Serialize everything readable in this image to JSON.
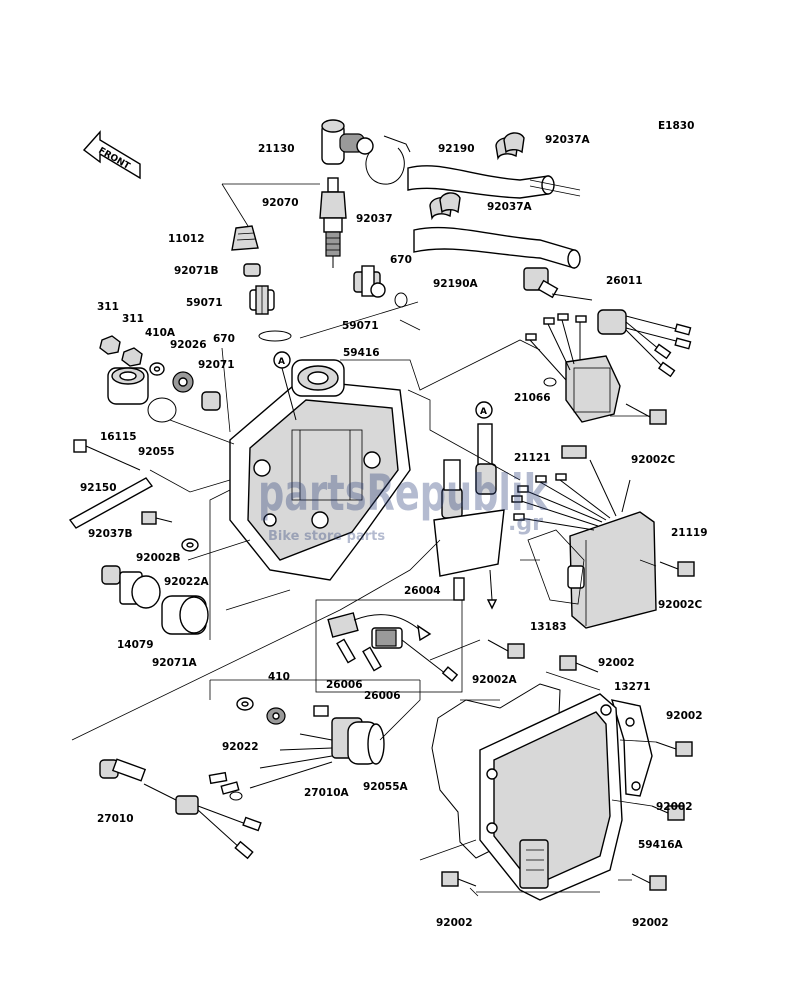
{
  "diagram_code": "E1830",
  "front_label": "FRONT",
  "callout": "A",
  "watermark": {
    "main": "partsRepublik",
    "sub": "Bike store parts",
    "suffix": ".gr"
  },
  "parts": {
    "p21130": "21130",
    "p92070": "92070",
    "p11012": "11012",
    "p92071B": "92071B",
    "p59071a": "59071",
    "p670a": "670",
    "p311a": "311",
    "p311b": "311",
    "p410A": "410A",
    "p92026": "92026",
    "p92071": "92071",
    "p16115": "16115",
    "p92055": "92055",
    "p92150": "92150",
    "p92037B": "92037B",
    "p92002B": "92002B",
    "p92022A": "92022A",
    "p14079": "14079",
    "p92071A": "92071A",
    "p92190": "92190",
    "p92037Aa": "92037A",
    "p92037": "92037",
    "p92037Ab": "92037A",
    "p92190A": "92190A",
    "p670b": "670",
    "p59071b": "59071",
    "p59416": "59416",
    "p26011": "26011",
    "p21066": "21066",
    "p92002Ca": "92002C",
    "p21121": "21121",
    "p21119": "21119",
    "p92002Cb": "92002C",
    "p13183": "13183",
    "p26004": "26004",
    "p26006a": "26006",
    "p26006b": "26006",
    "p92002A": "92002A",
    "p92002a": "92002",
    "p13271": "13271",
    "p92002b": "92002",
    "p92002c": "92002",
    "p410": "410",
    "p92022": "92022",
    "p27010A": "27010A",
    "p92055A": "92055A",
    "p59416A": "59416A",
    "p27010": "27010",
    "p92002d": "92002",
    "p92002e": "92002"
  }
}
